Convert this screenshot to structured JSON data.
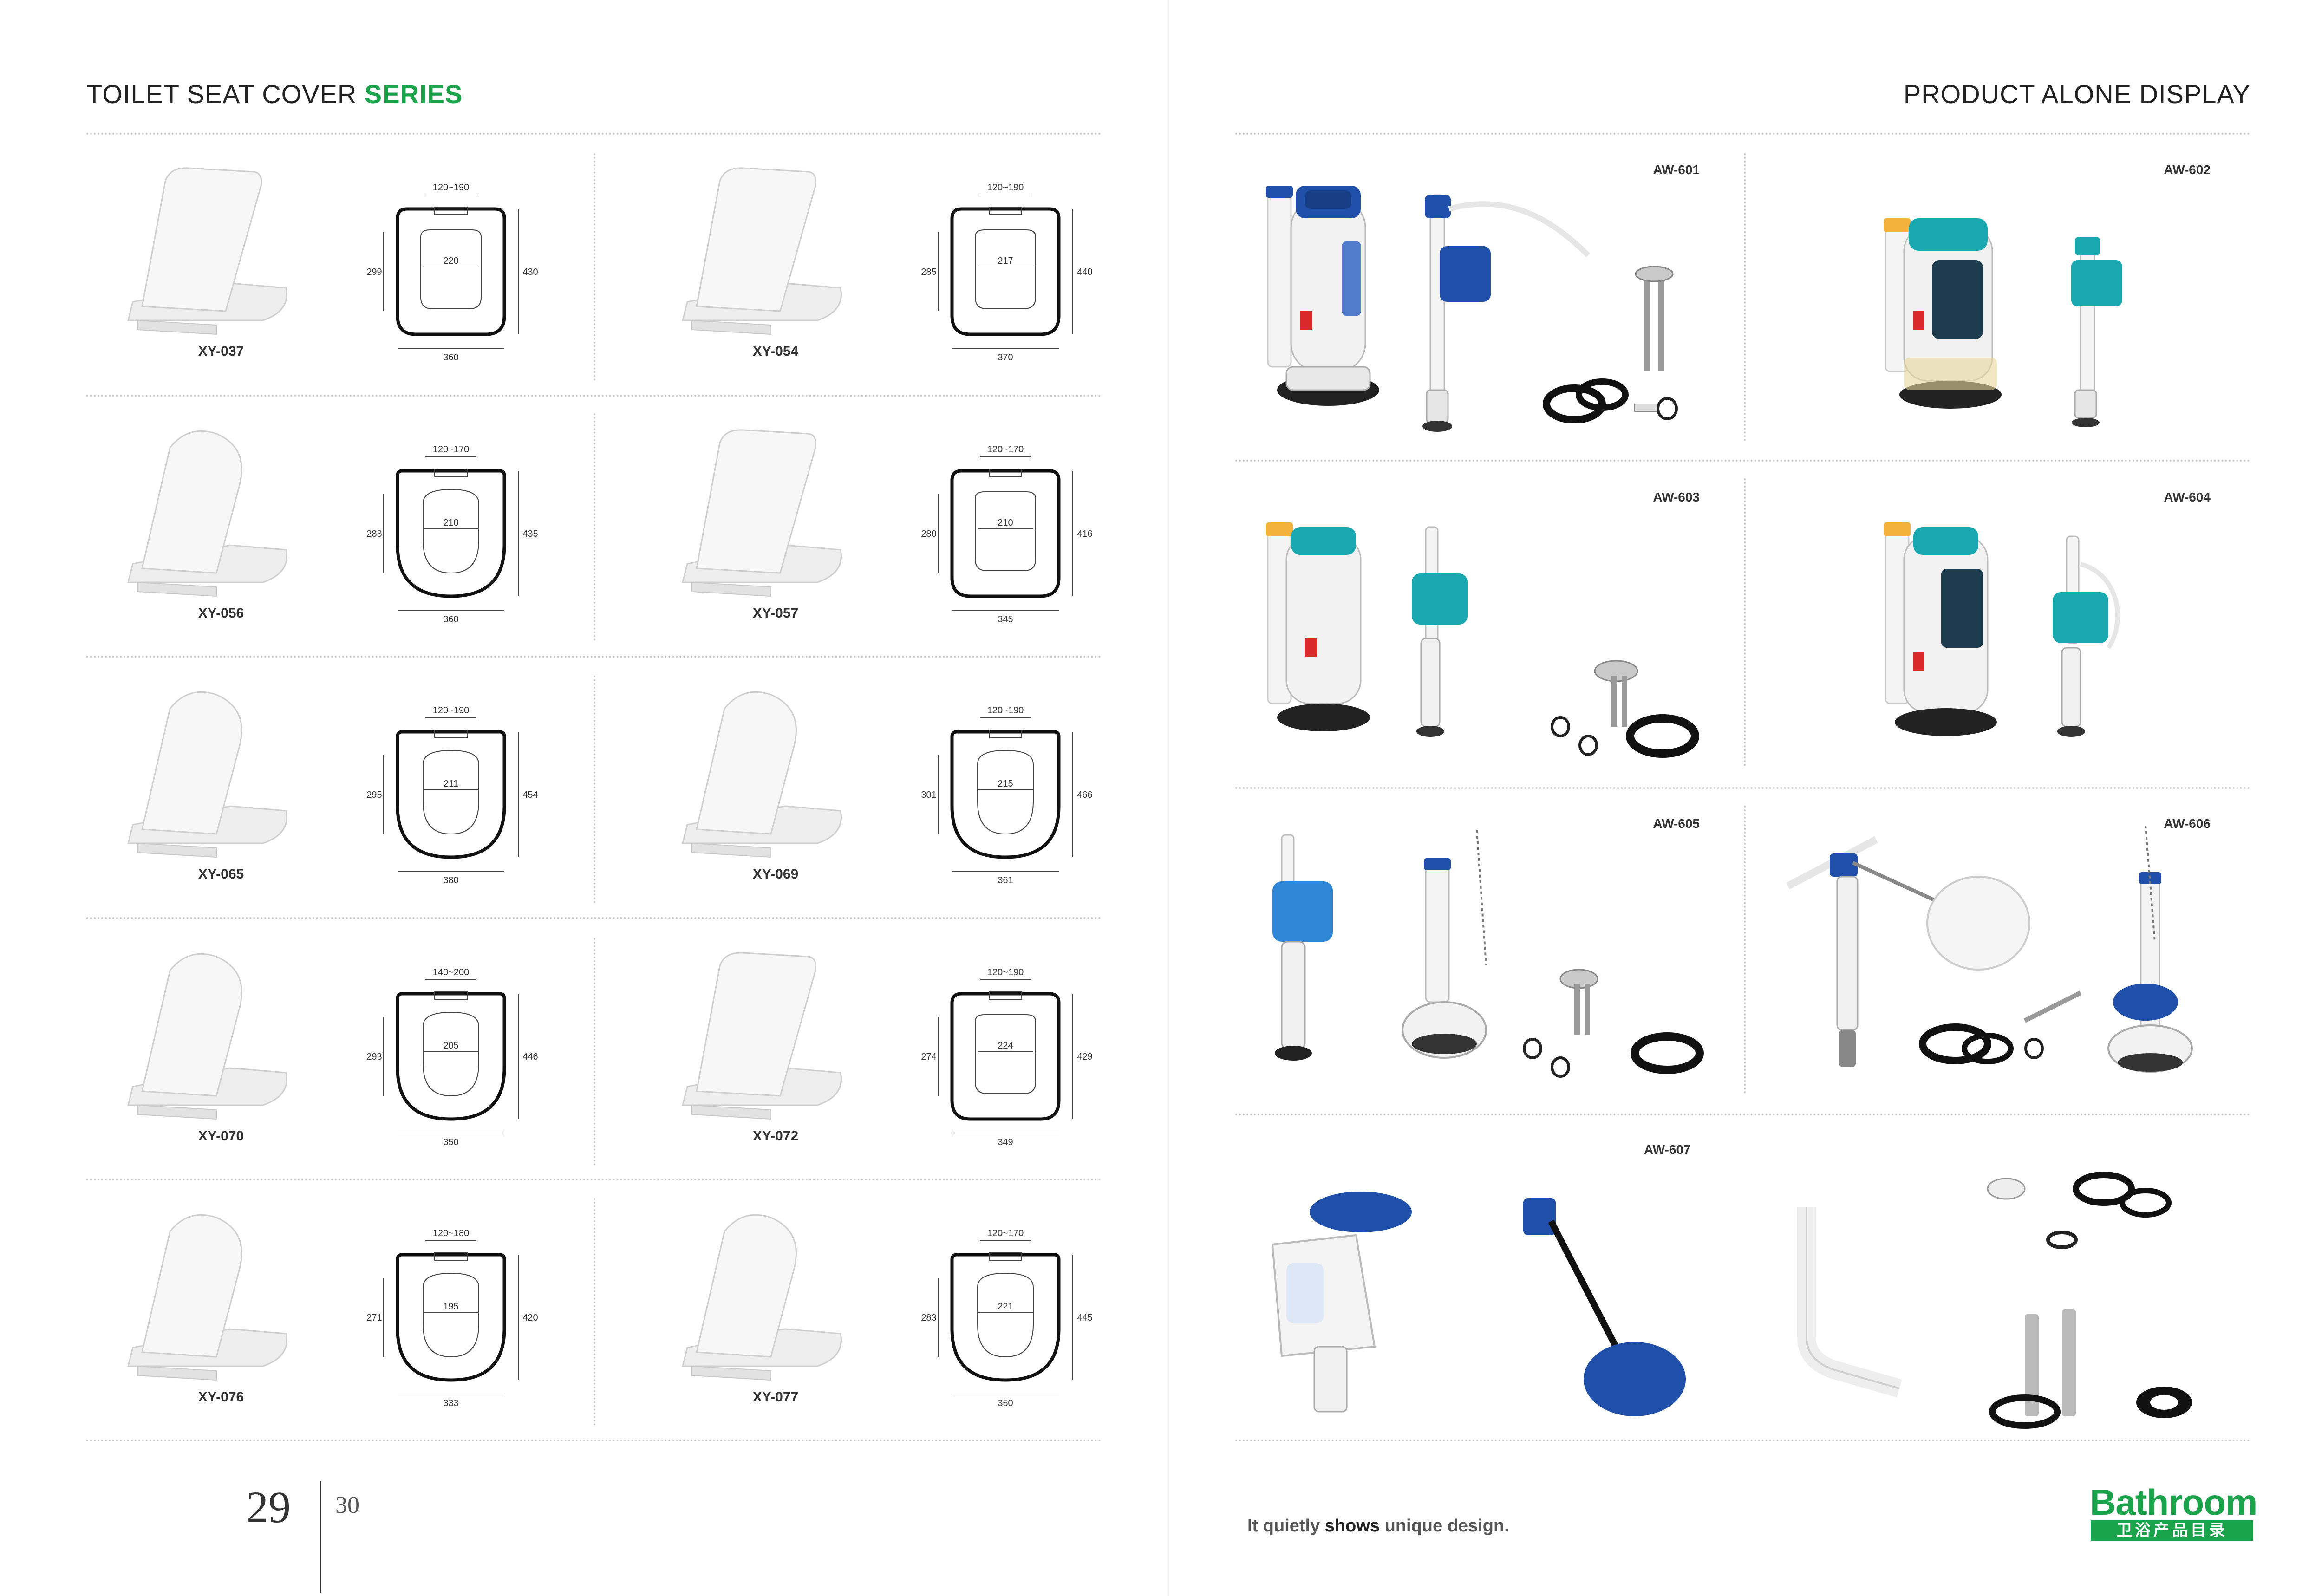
{
  "left_page": {
    "header_main": "TOILET SEAT COVER",
    "header_accent": "SERIES",
    "page_number": "29",
    "seats": [
      {
        "model": "XY-037",
        "top_width": "120~190",
        "inner_width": "220",
        "inner_length": "299",
        "total_length": "430",
        "bottom_width": "360"
      },
      {
        "model": "XY-054",
        "top_width": "120~190",
        "inner_width": "217",
        "inner_length": "285",
        "total_length": "440",
        "bottom_width": "370"
      },
      {
        "model": "XY-056",
        "top_width": "120~170",
        "inner_width": "210",
        "inner_length": "283",
        "total_length": "435",
        "bottom_width": "360"
      },
      {
        "model": "XY-057",
        "top_width": "120~170",
        "inner_width": "210",
        "inner_length": "280",
        "total_length": "416",
        "bottom_width": "345"
      },
      {
        "model": "XY-065",
        "top_width": "120~190",
        "inner_width": "211",
        "inner_length": "295",
        "total_length": "454",
        "bottom_width": "380"
      },
      {
        "model": "XY-069",
        "top_width": "120~190",
        "inner_width": "215",
        "inner_length": "301",
        "total_length": "466",
        "bottom_width": "361"
      },
      {
        "model": "XY-070",
        "top_width": "140~200",
        "inner_width": "205",
        "inner_length": "293",
        "total_length": "446",
        "bottom_width": "350"
      },
      {
        "model": "XY-072",
        "top_width": "120~190",
        "inner_width": "224",
        "inner_length": "274",
        "total_length": "429",
        "bottom_width": "349"
      },
      {
        "model": "XY-076",
        "top_width": "120~180",
        "inner_width": "195",
        "inner_length": "271",
        "total_length": "420",
        "bottom_width": "333"
      },
      {
        "model": "XY-077",
        "top_width": "120~170",
        "inner_width": "221",
        "inner_length": "283",
        "total_length": "445",
        "bottom_width": "350"
      }
    ]
  },
  "right_page": {
    "header": "PRODUCT ALONE DISPLAY",
    "page_number": "30",
    "products": [
      {
        "model": "AW-601"
      },
      {
        "model": "AW-602"
      },
      {
        "model": "AW-603"
      },
      {
        "model": "AW-604"
      },
      {
        "model": "AW-605"
      },
      {
        "model": "AW-606"
      },
      {
        "model": "AW-607"
      }
    ],
    "tagline_start": "It quietly",
    "tagline_strong": "shows",
    "tagline_end": "unique design.",
    "brand_word": "Bathroom",
    "brand_sub": "卫浴产品目录"
  },
  "colors": {
    "accent_green": "#1aa34a",
    "flush_blue": "#1f4fa8",
    "fill_teal": "#1aa8b0",
    "fill_blue": "#2f86d6"
  }
}
